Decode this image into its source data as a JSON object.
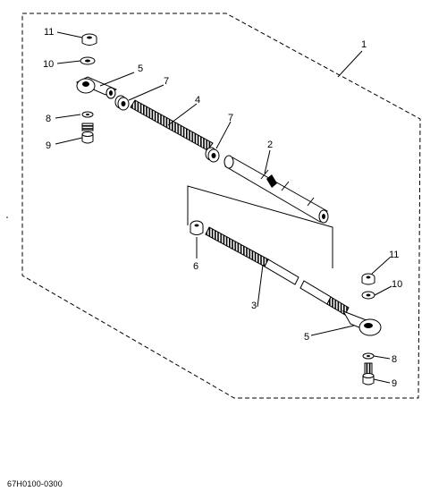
{
  "callouts": {
    "c1": "1",
    "c2": "2",
    "c3": "3",
    "c4": "4",
    "c5a": "5",
    "c5b": "5",
    "c6": "6",
    "c7a": "7",
    "c7b": "7",
    "c8a": "8",
    "c8b": "8",
    "c9a": "9",
    "c9b": "9",
    "c10a": "10",
    "c10b": "10",
    "c11a": "11",
    "c11b": "11"
  },
  "part_code": "67H0100-0300",
  "colors": {
    "ink": "#000000",
    "background": "#ffffff"
  }
}
